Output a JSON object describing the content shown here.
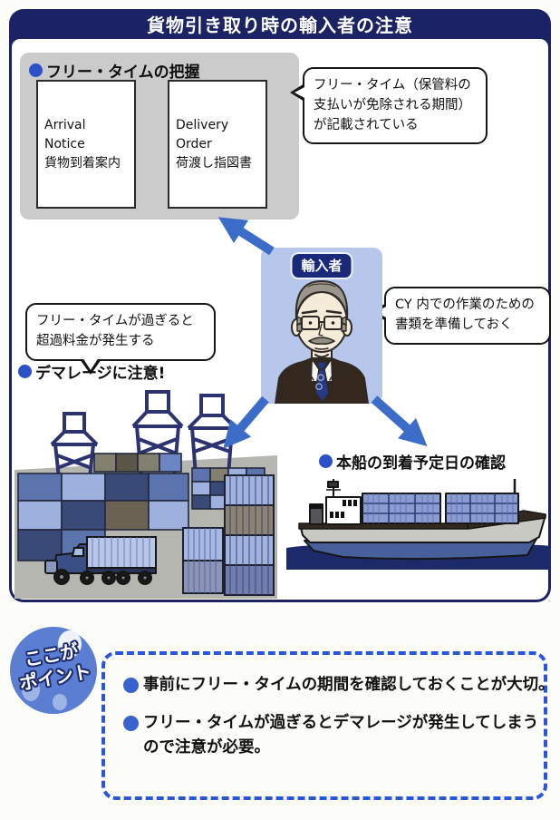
{
  "title": "貨物引き取り時の輸入者の注意",
  "free_time": {
    "heading": "フリー・タイムの把握",
    "documents": [
      {
        "en": "Arrival Notice",
        "ja": "貨物到着案内"
      },
      {
        "en": "Delivery Order",
        "ja": "荷渡し指図書"
      }
    ],
    "bubble": "フリー・タイム（保管料の\n支払いが免除される期間）\nが記載されている"
  },
  "importer": {
    "badge": "輸入者",
    "bubble": "CY 内での作業のための\n書類を準備しておく"
  },
  "demurrage": {
    "bubble": "フリー・タイムが過ぎると\n超過料金が発生する",
    "heading": "デマレージに注意!"
  },
  "vessel": {
    "heading": "本船の到着予定日の確認"
  },
  "points": {
    "badge_line1": "ここが",
    "badge_line2": "ポイント",
    "items": [
      "事前にフリー・タイムの期間を確認しておくことが大切。",
      "フリー・タイムが過ぎるとデマレージが発生してしまう\nので注意が必要。"
    ]
  },
  "colors": {
    "navy": "#1b2364",
    "arrow_blue": "#3a6cc8",
    "bullet_blue": "#2b50c8",
    "importer_panel": "#b7c7ec",
    "gray_panel": "#cbcbcb",
    "dashed_border": "#2b55d8"
  }
}
